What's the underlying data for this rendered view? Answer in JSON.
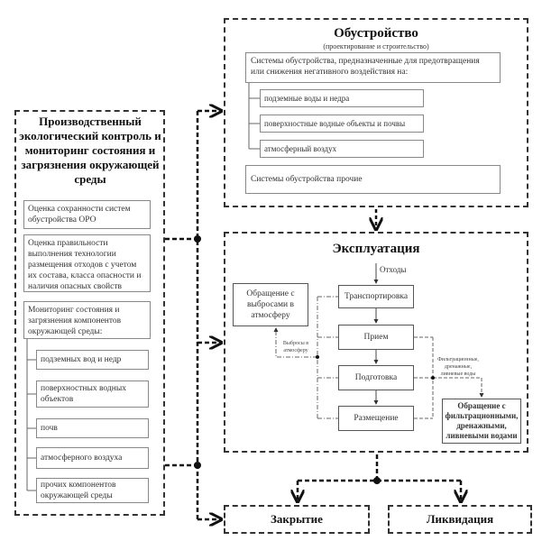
{
  "monitoring": {
    "title": "Производственный экологический контроль и мониторинг состояния и загрязнения окружающей среды",
    "items": [
      "Оценка сохранности систем обустройства ОРО",
      "Оценка правильности выполнения технологии размещения отходов с учетом их состава, класса опасности и наличия опасных свойств",
      "Мониторинг состояния и загрязнения компонентов окружающей среды:"
    ],
    "subitems": [
      "подземных вод и недр",
      "поверхностных водных объектов",
      "почв",
      "атмосферного воздуха",
      "прочих компонентов окружающей среды"
    ]
  },
  "construction": {
    "title": "Обустройство",
    "subtitle": "(проектирование и строительство)",
    "systems_header": "Системы обустройства, предназначенные для предотвращения или снижения негативного воздействия на:",
    "targets": [
      "подземные воды и недра",
      "поверхностные водные объекты и почвы",
      "атмосферный воздух"
    ],
    "other_systems": "Системы обустройства прочие"
  },
  "operation": {
    "title": "Эксплуатация",
    "input_label": "Отходы",
    "steps": [
      "Транспортировка",
      "Прием",
      "Подготовка",
      "Размещение"
    ],
    "emissions_box": "Обращение с выбросами в атмосферу",
    "emissions_label": "Выбросы в атмосферу",
    "waters_label": "Фильтрационные, дренажные, ливневые воды",
    "waters_box": "Обращение с фильтрационными, дренажными, ливневыми водами"
  },
  "final_stages": {
    "closure": "Закрытие",
    "liquidation": "Ликвидация"
  }
}
